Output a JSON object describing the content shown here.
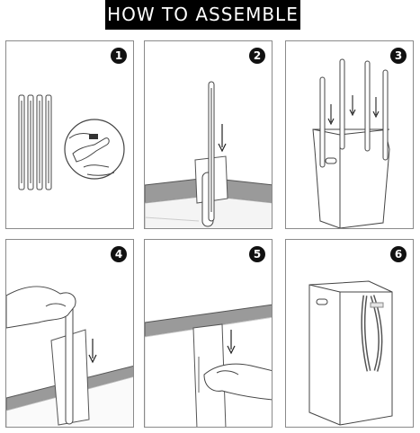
{
  "title": "HOW TO ASSEMBLE",
  "steps": [
    {
      "number": "1"
    },
    {
      "number": "2"
    },
    {
      "number": "3"
    },
    {
      "number": "4"
    },
    {
      "number": "5"
    },
    {
      "number": "6"
    }
  ],
  "colors": {
    "banner_bg": "#000000",
    "banner_text": "#ffffff",
    "badge_bg": "#111111",
    "panel_border": "#8a8a8a",
    "mesh_fabric": "#9a9a9a"
  },
  "icons": {
    "step_1": "support-rods-and-zipper-icon",
    "step_2": "insert-rod-into-sleeve-icon",
    "step_3": "four-rods-into-hamper-icon",
    "step_4": "hand-inserting-rod-icon",
    "step_5": "hand-pulling-fabric-icon",
    "step_6": "assembled-hamper-with-handles-icon"
  }
}
